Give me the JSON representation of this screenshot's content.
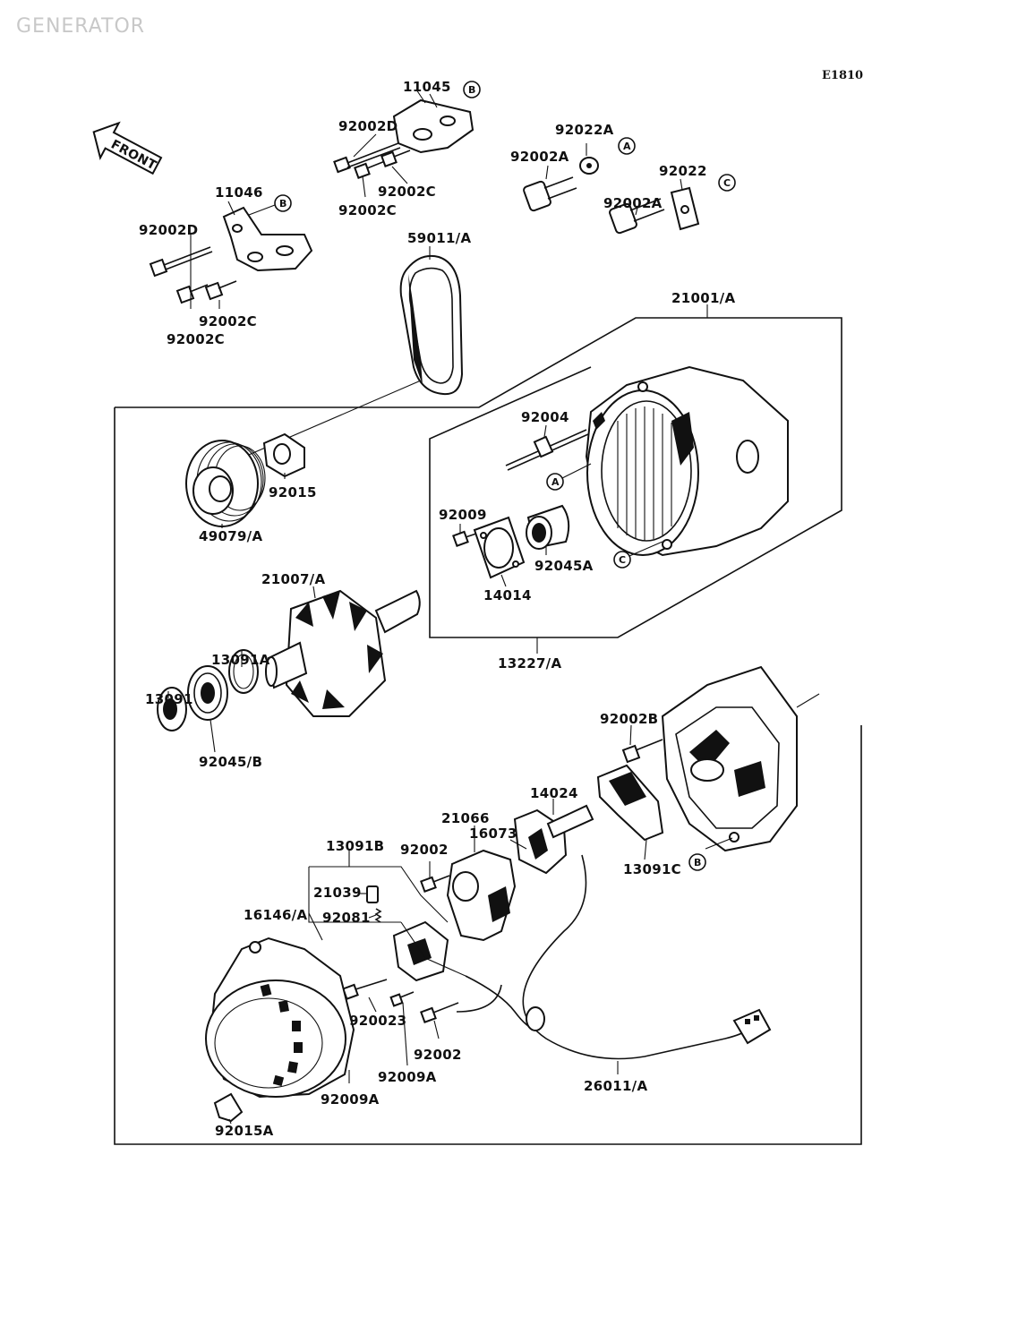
{
  "watermark": "GENERATOR",
  "sheet_code": "E1810",
  "front_arrow_label": "FRONT",
  "part_labels": {
    "p11045": "11045",
    "p92002D_top": "92002D",
    "p92002C_top_a": "92002C",
    "p92002C_top_b": "92002C",
    "p92022A": "92022A",
    "p92002A_a": "92002A",
    "p92022": "92022",
    "p92002A_b": "92002A",
    "p11046": "11046",
    "p92002D_left": "92002D",
    "p92002C_left_a": "92002C",
    "p92002C_left_b": "92002C",
    "p59011": "59011/A",
    "p21001": "21001/A",
    "p92004": "92004",
    "p92015": "92015",
    "p49079": "49079/A",
    "p92009": "92009",
    "p92045A": "92045A",
    "p14014": "14014",
    "p21007": "21007/A",
    "p13227": "13227/A",
    "p13091A": "13091A",
    "p13091": "13091",
    "p92045B": "92045/B",
    "p92002B": "92002B",
    "p14024": "14024",
    "p21066": "21066",
    "p16073": "16073",
    "p13091B": "13091B",
    "p92002_mid": "92002",
    "p21039": "21039",
    "p92081": "92081",
    "p16146": "16146/A",
    "p13091C": "13091C",
    "p92002_lower_left": "920023",
    "p92002_lower": "92002",
    "p92009A_a": "92009A",
    "p92009A_b": "92009A",
    "p26011": "26011/A",
    "p92015A": "92015A"
  },
  "reference_marks": {
    "B_top": "B",
    "A_top": "A",
    "C_top": "C",
    "B_left": "B",
    "A_mid": "A",
    "C_mid": "C",
    "B_lower": "B"
  }
}
